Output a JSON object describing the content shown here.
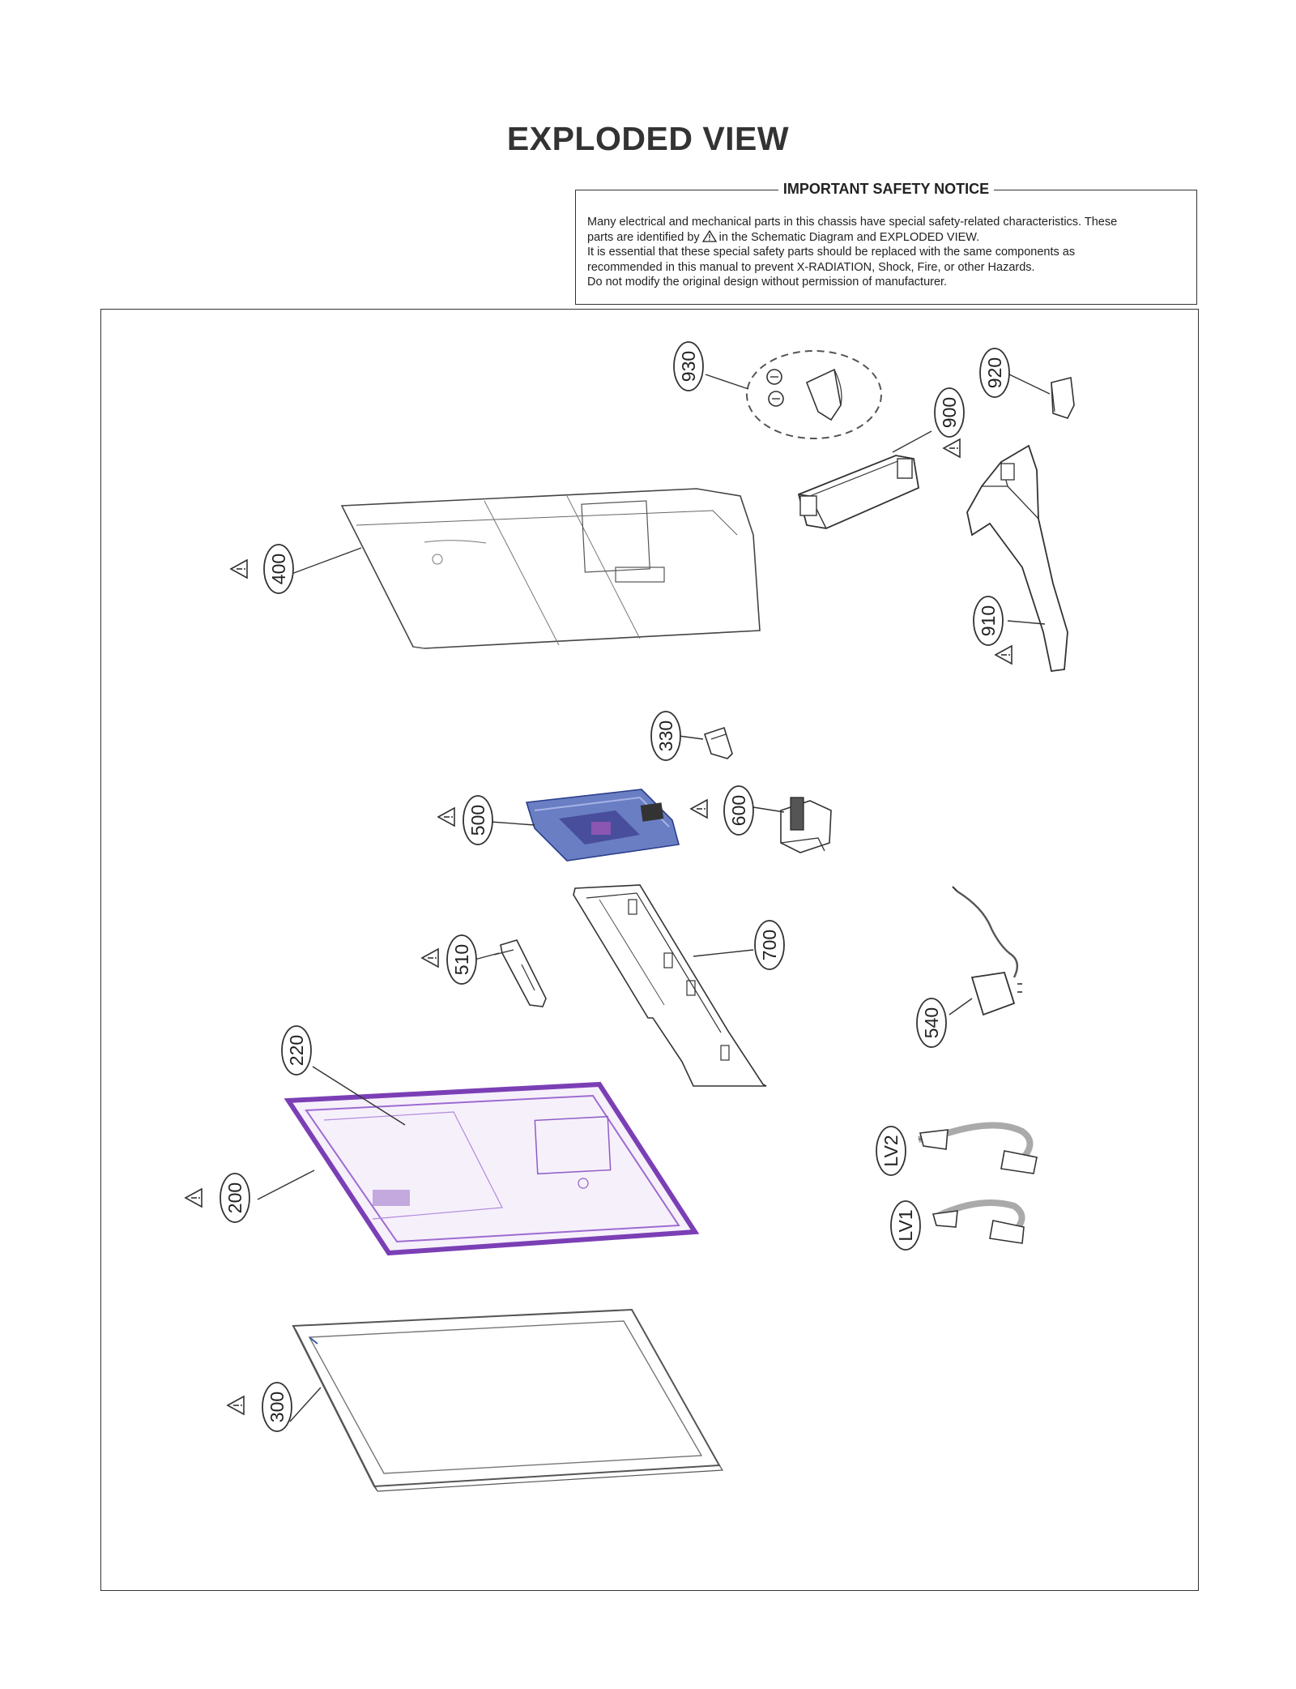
{
  "title": "EXPLODED VIEW",
  "notice": {
    "heading": "IMPORTANT SAFETY NOTICE",
    "line1": "Many electrical and mechanical parts in this chassis have special safety-related characteristics. These",
    "line2a": "parts are identified by",
    "line2b": "in the Schematic Diagram and EXPLODED VIEW.",
    "line3": "It is essential that these special safety parts should be replaced with the same components as",
    "line4": "recommended in this manual to prevent X-RADIATION, Shock, Fire, or other Hazards.",
    "line5": "Do not modify the original design without permission of manufacturer."
  },
  "callouts": {
    "p930": "930",
    "p920": "920",
    "p900": "900",
    "p400": "400",
    "p910": "910",
    "p330": "330",
    "p500": "500",
    "p600": "600",
    "p510": "510",
    "p700": "700",
    "p540": "540",
    "p220": "220",
    "p200": "200",
    "pLV2": "LV2",
    "pLV1": "LV1",
    "p300": "300"
  },
  "colors": {
    "line": "#333333",
    "accent_purple": "#7b3fb5",
    "board_blue": "#3d5fa8"
  }
}
